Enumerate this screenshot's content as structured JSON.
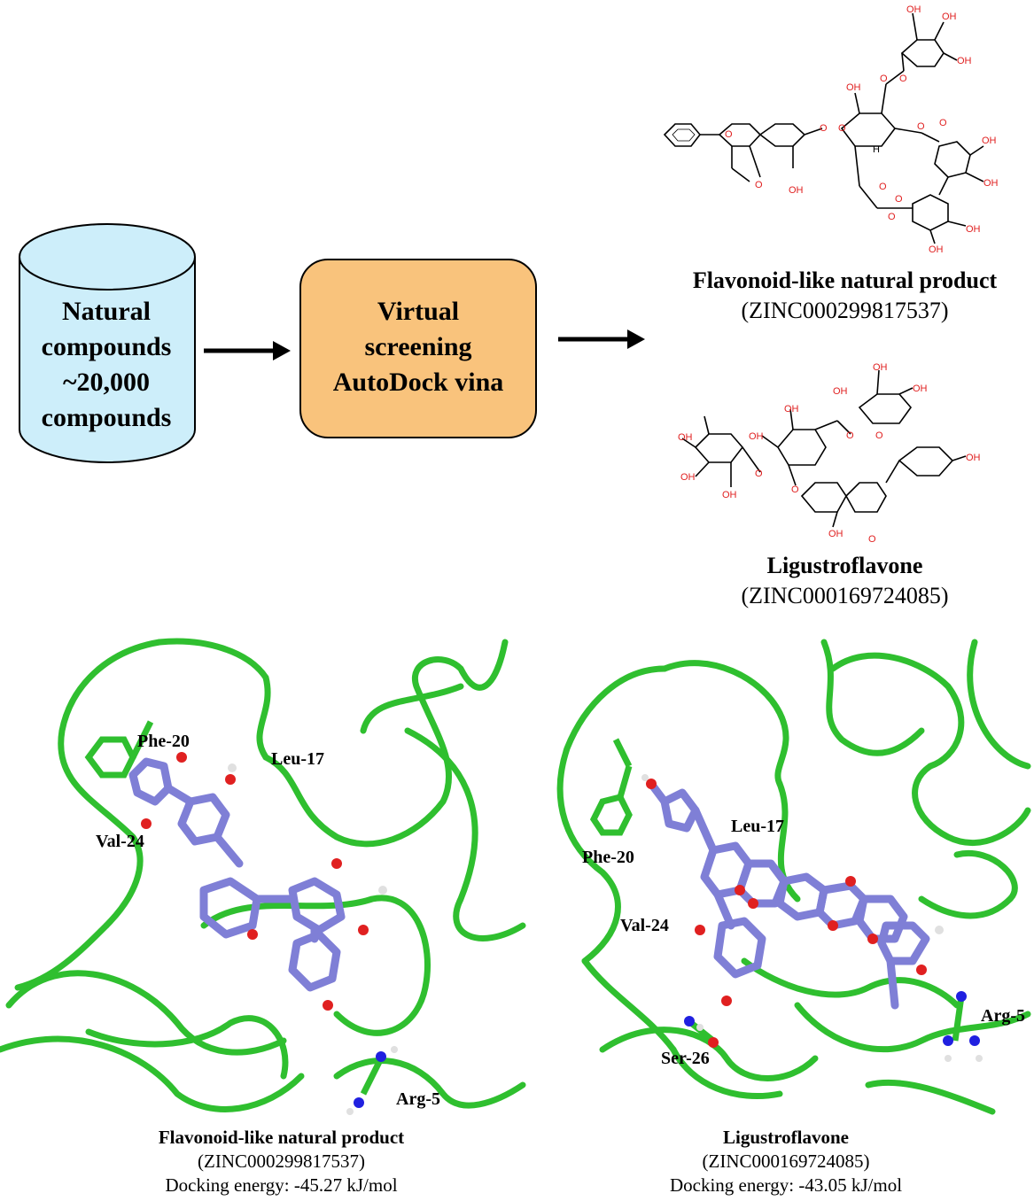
{
  "cylinder": {
    "lines": [
      "Natural",
      "compounds",
      "~20,000",
      "compounds"
    ]
  },
  "process_box": {
    "lines": [
      "Virtual",
      "screening",
      "AutoDock vina"
    ]
  },
  "products": [
    {
      "name": "Flavonoid-like natural product",
      "zinc_id": "(ZINC000299817537)"
    },
    {
      "name": "Ligustroflavone",
      "zinc_id": "(ZINC000169724085)"
    }
  ],
  "structure_labels": {
    "hydroxyl": "OH",
    "hydrogen": "H"
  },
  "docking_panels": [
    {
      "name": "Flavonoid-like natural product",
      "zinc_id": "(ZINC000299817537)",
      "energy": "Docking energy: -45.27 kJ/mol",
      "residues": [
        "Phe-20",
        "Leu-17",
        "Val-24",
        "Arg-5"
      ]
    },
    {
      "name": "Ligustroflavone",
      "zinc_id": "(ZINC000169724085)",
      "energy": "Docking energy: -43.05 kJ/mol",
      "residues": [
        "Phe-20",
        "Leu-17",
        "Val-24",
        "Ser-26",
        "Arg-5"
      ]
    }
  ],
  "colors": {
    "cylinder_fill": "#cdeefa",
    "box_fill": "#f9c37c",
    "protein_ribbon": "#2fbf2f",
    "ligand_carbon": "#7f7fd6",
    "oxygen": "#e02020",
    "nitrogen": "#2020e0",
    "hydrogen": "#e0e0e0",
    "bond": "#000000"
  }
}
